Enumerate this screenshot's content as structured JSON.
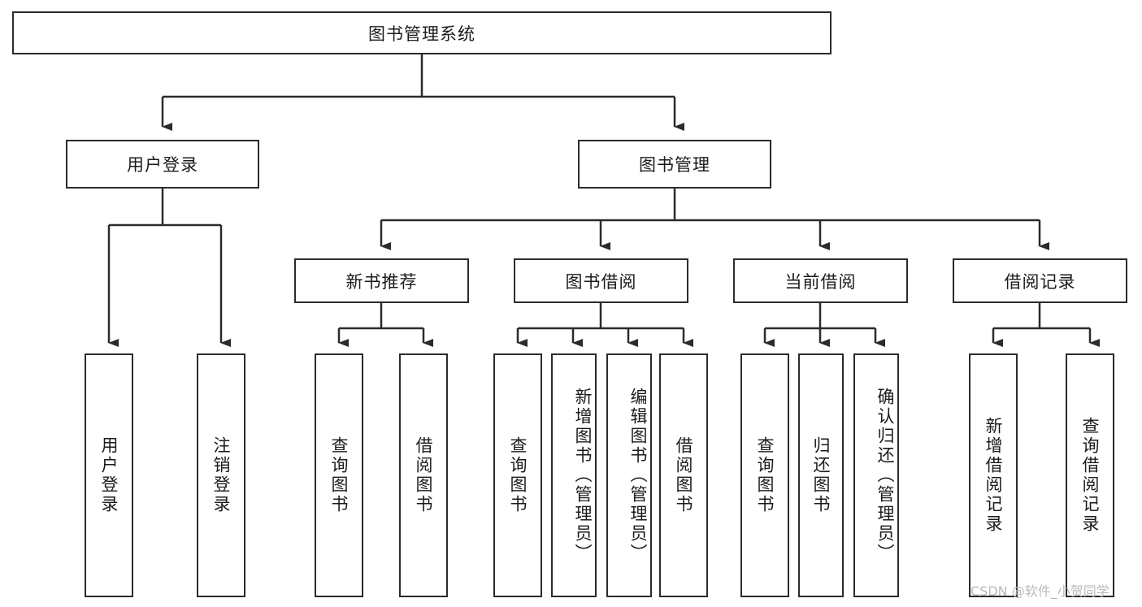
{
  "diagram": {
    "type": "tree-hierarchy",
    "title": "图书管理系统",
    "watermark": "CSDN @软件_小贺同学",
    "colors": {
      "background": "#ffffff",
      "stroke": "#2b2b2b",
      "text": "#1b1b1b",
      "watermark": "#b9b9b9"
    },
    "root": {
      "label": "图书管理系统"
    },
    "level2": [
      {
        "label": "用户登录"
      },
      {
        "label": "图书管理"
      }
    ],
    "level3": [
      {
        "label": "新书推荐"
      },
      {
        "label": "图书借阅"
      },
      {
        "label": "当前借阅"
      },
      {
        "label": "借阅记录"
      }
    ],
    "leaves": {
      "user_login": [
        {
          "label": "用户登录"
        },
        {
          "label": "注销登录"
        }
      ],
      "new_book": [
        {
          "label": "查询图书"
        },
        {
          "label": "借阅图书"
        }
      ],
      "borrow": [
        {
          "label": "查询图书"
        },
        {
          "label": "新增图书（管理员）"
        },
        {
          "label": "编辑图书（管理员）"
        },
        {
          "label": "借阅图书"
        }
      ],
      "current": [
        {
          "label": "查询图书"
        },
        {
          "label": "归还图书"
        },
        {
          "label": "确认归还（管理员）"
        }
      ],
      "records": [
        {
          "label": "新增借阅记录"
        },
        {
          "label": "查询借阅记录"
        }
      ]
    }
  }
}
